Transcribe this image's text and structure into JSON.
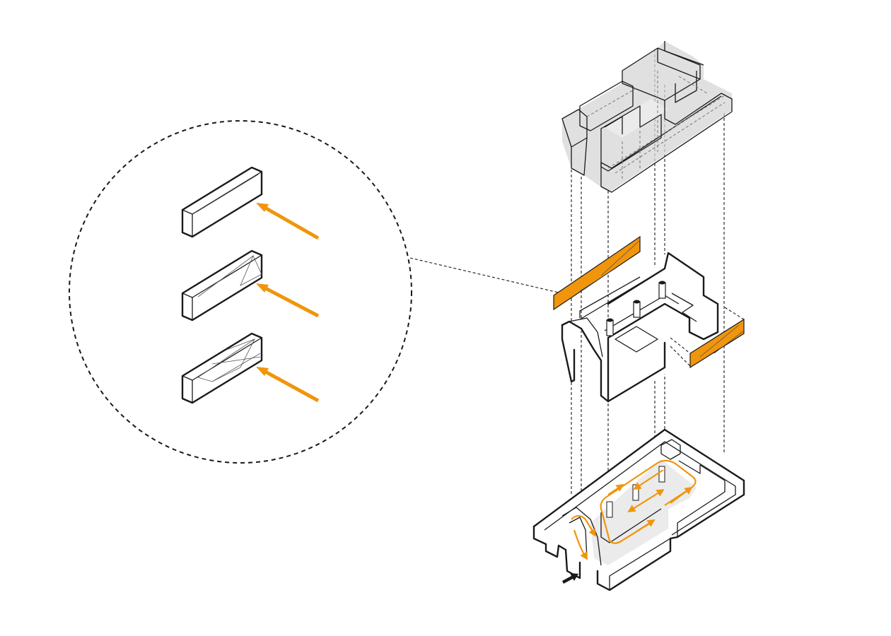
{
  "diagram": {
    "colors": {
      "accent": "#f0950c",
      "line": "#1a1a1a",
      "roof_fill": "#d6d6d6",
      "floor_fill": "#e6e6e6"
    },
    "callout": {
      "kind": "dashed-circle-detail",
      "items": [
        {
          "name": "solid-panel"
        },
        {
          "name": "single-fold-panel"
        },
        {
          "name": "double-fold-panel"
        }
      ]
    },
    "layers": [
      "roof-volume",
      "middle-level",
      "ground-level"
    ],
    "icons": [
      "orange-light-arrow",
      "entrance-arrow",
      "circulation-arrow"
    ]
  }
}
